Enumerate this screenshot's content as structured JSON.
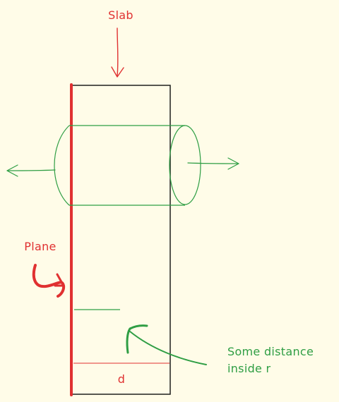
{
  "labels": {
    "slab": "Slab",
    "plane": "Plane",
    "distance_line1": "Some distance",
    "distance_line2": "inside r",
    "d": "d"
  },
  "colors": {
    "background": "#fffce8",
    "red": "#e03131",
    "green": "#2f9e44",
    "black": "#1e1e1e"
  },
  "icons": {
    "slab_pointer": "arrow-down-icon",
    "plane_pointer": "curved-arrow-icon",
    "distance_pointer": "curved-arrow-icon",
    "left_flow": "arrow-left-icon",
    "right_flow": "arrow-right-icon"
  }
}
